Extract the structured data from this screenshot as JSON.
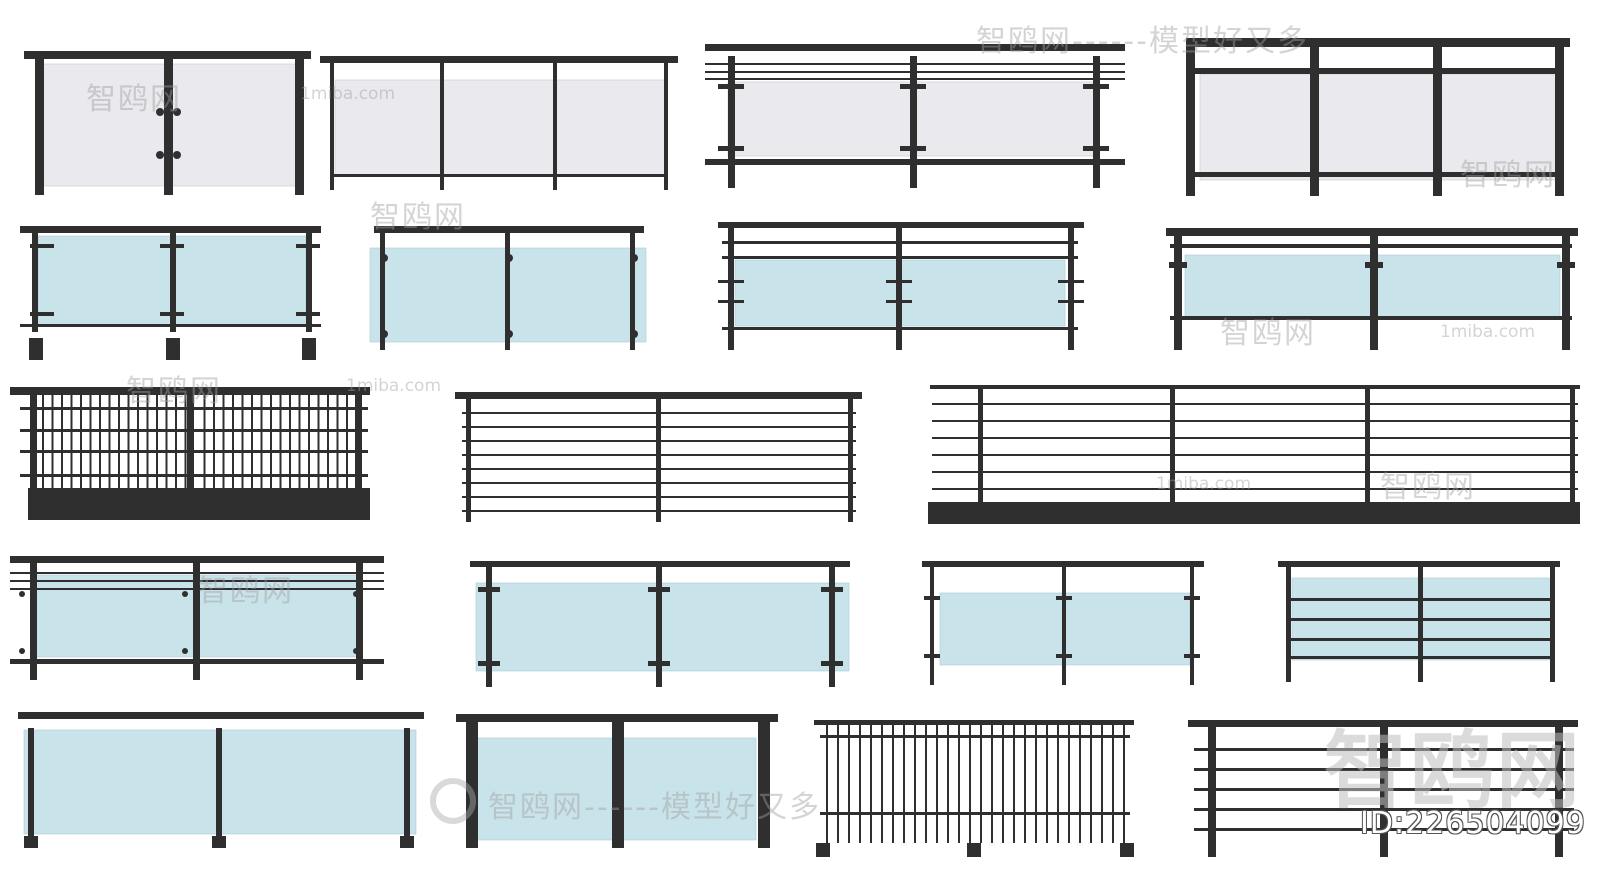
{
  "watermarks": {
    "site_cn": "智鸥网",
    "slogan": "智鸥网------模型好又多",
    "domain": "1miba.com",
    "big_brand": "智鸥网",
    "model_id": "ID:226504099"
  },
  "colors": {
    "frame": "#2f2f2f",
    "frosted_glass": "#e9e9ee",
    "blue_glass": "#c9e3ea",
    "background": "#ffffff"
  },
  "railings": [
    {
      "name": "frosted-glass-railing-1"
    },
    {
      "name": "frosted-glass-railing-2"
    },
    {
      "name": "frosted-glass-cable-railing-3"
    },
    {
      "name": "frosted-glass-frame-railing-4"
    },
    {
      "name": "blue-glass-railing-5"
    },
    {
      "name": "blue-glass-railing-6"
    },
    {
      "name": "blue-glass-bar-railing-7"
    },
    {
      "name": "blue-glass-frame-railing-8"
    },
    {
      "name": "baluster-railing-9"
    },
    {
      "name": "horizontal-bar-railing-10"
    },
    {
      "name": "long-horizontal-bar-railing-11"
    },
    {
      "name": "blue-glass-cable-railing-12"
    },
    {
      "name": "blue-glass-clamp-railing-13"
    },
    {
      "name": "blue-glass-clamp-railing-14"
    },
    {
      "name": "blue-glass-bar-railing-15"
    },
    {
      "name": "blue-glass-railing-16"
    },
    {
      "name": "blue-glass-post-railing-17"
    },
    {
      "name": "baluster-railing-18"
    },
    {
      "name": "horizontal-bar-railing-19"
    }
  ]
}
